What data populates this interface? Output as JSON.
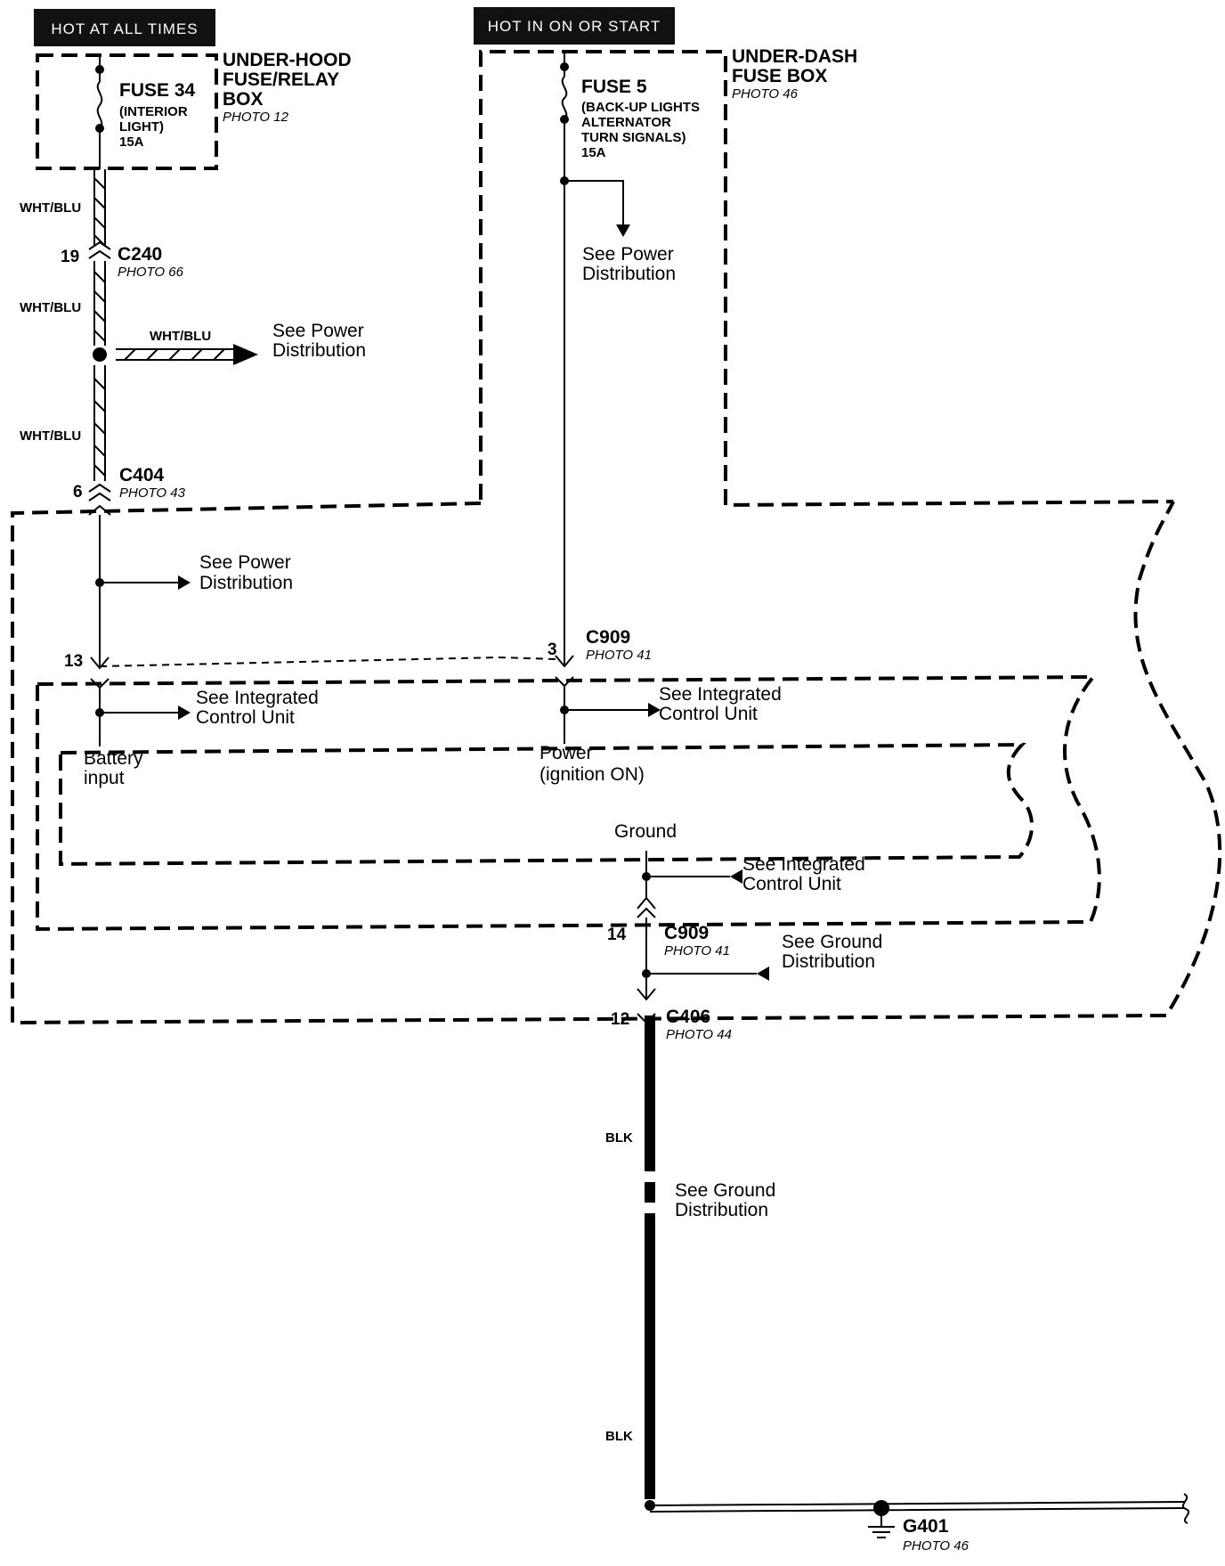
{
  "headers": {
    "left": "HOT AT ALL TIMES",
    "middle": "HOT IN ON OR START"
  },
  "underhood_box": {
    "title_line1": "UNDER-HOOD",
    "title_line2": "FUSE/RELAY",
    "title_line3": "BOX",
    "photo": "PHOTO 12"
  },
  "fuse34": {
    "name": "FUSE 34",
    "desc_line1": "(INTERIOR",
    "desc_line2": "LIGHT)",
    "rating": "15A"
  },
  "underdash_box": {
    "title_line1": "UNDER-DASH",
    "title_line2": "FUSE BOX",
    "photo": "PHOTO 46"
  },
  "fuse5": {
    "name": "FUSE 5",
    "desc_line1": "(BACK-UP LIGHTS",
    "desc_line2": "ALTERNATOR",
    "desc_line3": "TURN SIGNALS)",
    "rating": "15A"
  },
  "wires": {
    "wht_blu": "WHT/BLU",
    "blk": "BLK"
  },
  "connectors": {
    "c240": {
      "name": "C240",
      "photo": "PHOTO 66",
      "pin": "19"
    },
    "c404": {
      "name": "C404",
      "photo": "PHOTO 43",
      "pin": "6"
    },
    "c909_top": {
      "name": "C909",
      "photo": "PHOTO 41",
      "pin_left": "13",
      "pin_right": "3"
    },
    "c909_bottom": {
      "name": "C909",
      "photo": "PHOTO 41",
      "pin": "14"
    },
    "c406": {
      "name": "C406",
      "photo": "PHOTO 44",
      "pin": "12"
    }
  },
  "refs": {
    "power_distribution_l1": "See Power",
    "power_distribution_l2": "Distribution",
    "icu_l1": "See Integrated",
    "icu_l2": "Control Unit",
    "ground_distribution_l1": "See Ground",
    "ground_distribution_l2": "Distribution"
  },
  "icu_terminals": {
    "battery_l1": "Battery",
    "battery_l2": "input",
    "power_l1": "Power",
    "power_l2": "(ignition ON)",
    "ground": "Ground"
  },
  "ground_point": {
    "name": "G401",
    "photo": "PHOTO 46"
  }
}
